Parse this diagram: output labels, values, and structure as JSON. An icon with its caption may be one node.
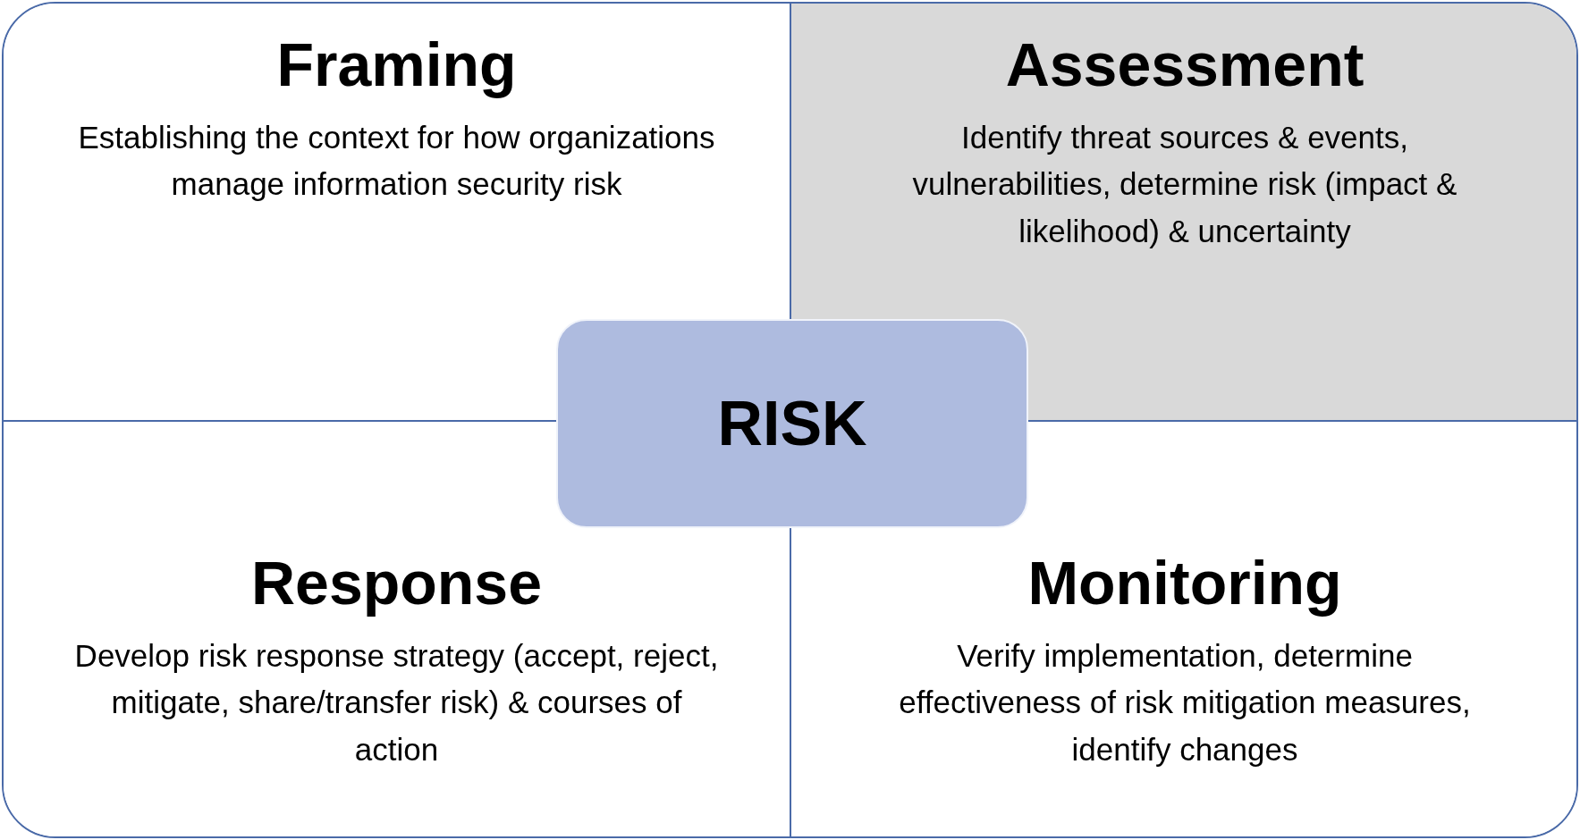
{
  "diagram": {
    "nodes": [
      {
        "text": [
          "Framing",
          "Establishing the context for how organizations manage information security risk"
        ]
      },
      {
        "text": [
          "Assessment",
          "Identify threat sources & events, vulnerabilities, determine risk (impact & likelihood) & uncertainty"
        ]
      },
      {
        "text": [
          "RISK"
        ]
      },
      {
        "text": [
          "Response",
          "Develop risk response strategy (accept, reject, mitigate, share/transfer risk) & courses of action"
        ]
      },
      {
        "text": [
          "Monitoring",
          "Verify implementation, determine effectiveness of risk mitigation measures, identify changes"
        ]
      }
    ],
    "edges": []
  }
}
